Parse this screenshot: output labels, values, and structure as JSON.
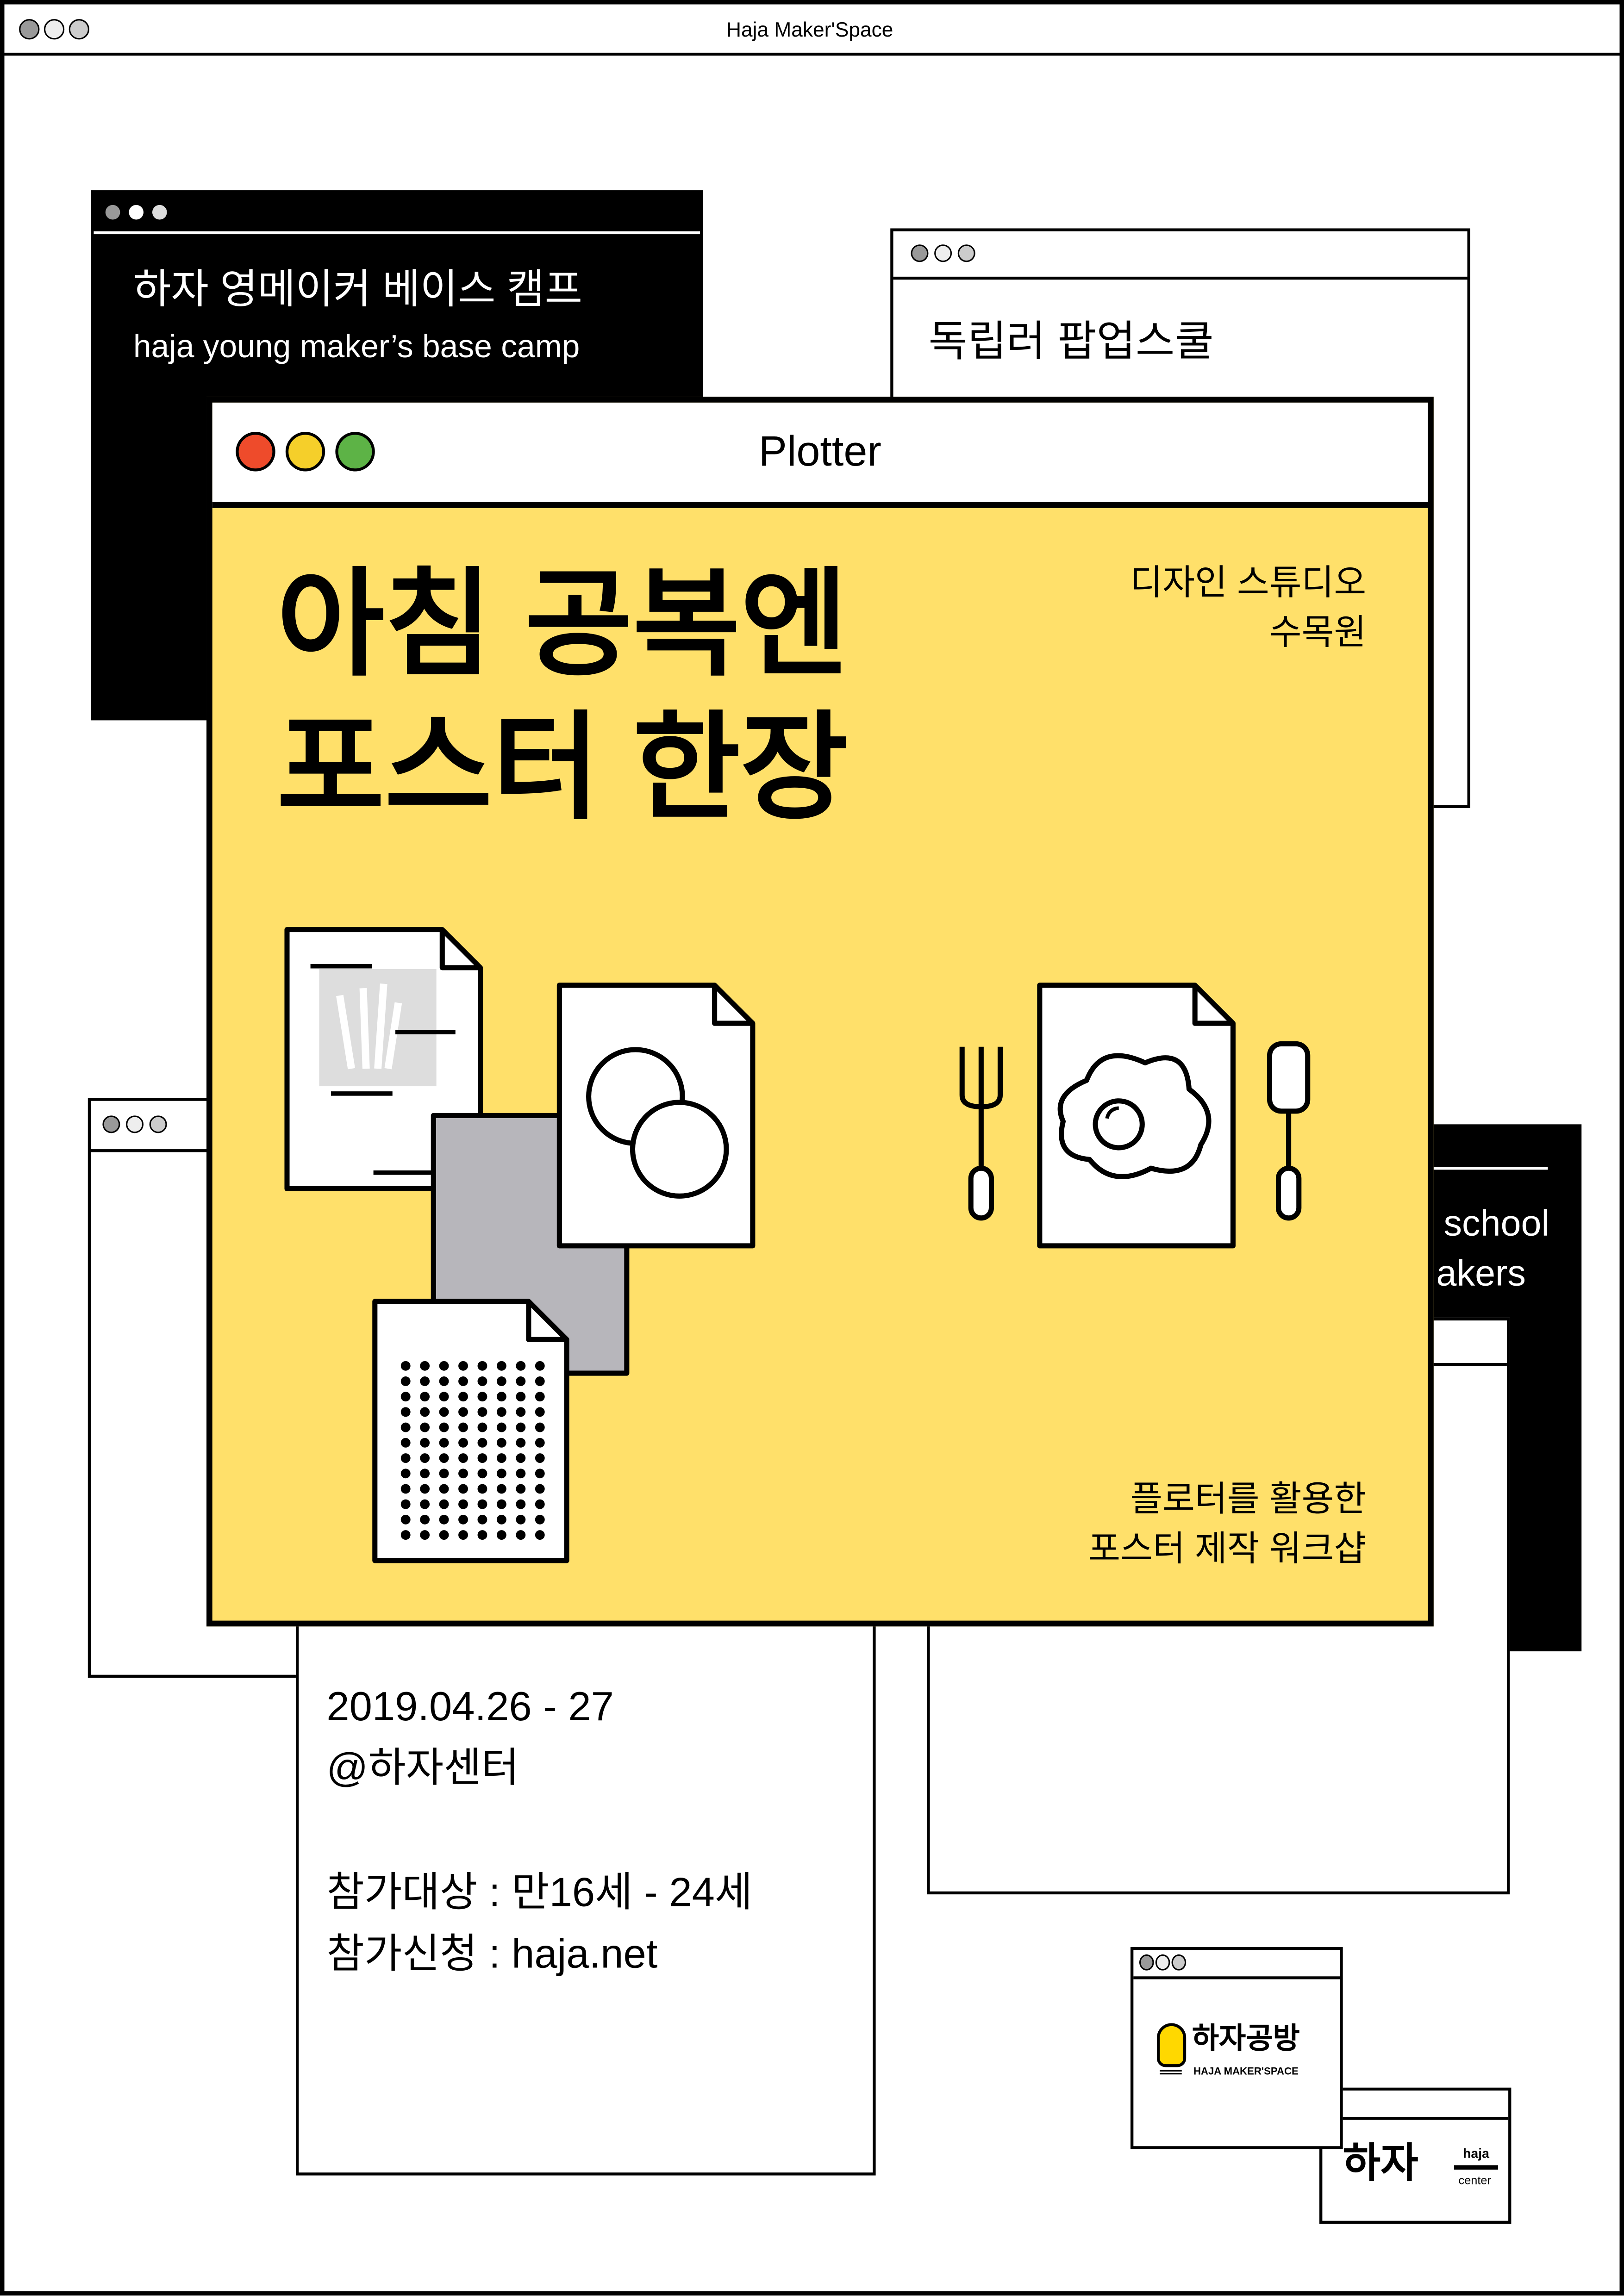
{
  "frame": {
    "title": "Haja Maker'Space"
  },
  "windows": {
    "young_maker": {
      "title_ko": "하자 영메이커 베이스 캠프",
      "title_en": "haja young maker’s base camp"
    },
    "popup_school": {
      "title": "독립러 팝업스쿨"
    },
    "right_black": {
      "line1": "o school",
      "line2": "Makers"
    },
    "plotter": {
      "window_title": "Plotter",
      "headline_line1": "아침 공복엔",
      "headline_line2": "포스터 한장",
      "host_line1": "디자인 스튜디오",
      "host_line2": "수목원",
      "desc_line1": "플로터를 활용한",
      "desc_line2": "포스터 제작 워크샵",
      "dot_colors": [
        "#EE4B2B",
        "#F5CF2A",
        "#5DB346"
      ],
      "background": "#FFE06A"
    },
    "info": {
      "date": "2019.04.26 - 27",
      "place": "@하자센터",
      "target": "참가대상 : 만16세 - 24세",
      "apply": "참가신청 : haja.net"
    },
    "logo1": {
      "name_ko": "하자공방",
      "name_en": "HAJA MAKER'SPACE"
    },
    "logo2": {
      "name_ko": "하자",
      "name_en1": "haja",
      "name_en2": "center"
    }
  }
}
